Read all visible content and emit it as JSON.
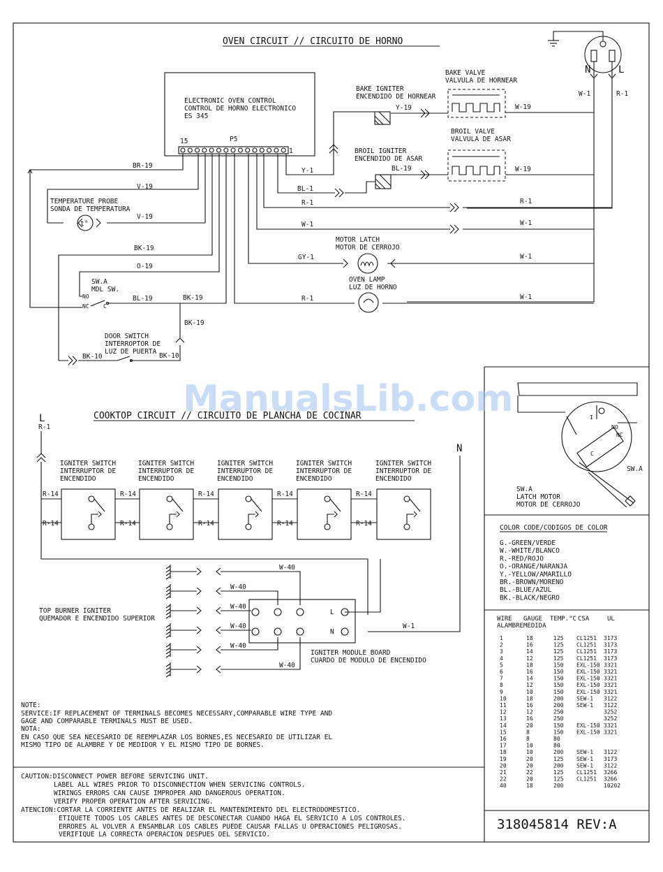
{
  "oven": {
    "title": "OVEN CIRCUIT // CIRCUITO DE HORNO",
    "control_l1": "ELECTRONIC OVEN CONTROL",
    "control_l2": "CONTROL DE HORNO ELECTRONICO",
    "control_l3": "ES 345",
    "pin_15": "15",
    "pin_p5": "P5",
    "pin_1": "1",
    "bake_igniter_l1": "BAKE IGNITER",
    "bake_igniter_l2": "ENCENDIDO DE HORNEAR",
    "bake_valve_l1": "BAKE VALVE",
    "bake_valve_l2": "VALVULA DE HORNEAR",
    "broil_valve_l1": "BROIL VALVE",
    "broil_valve_l2": "VALVULA DE ASAR",
    "broil_igniter_l1": "BROIL IGNITER",
    "broil_igniter_l2": "ENCENDIDO DE ASAR",
    "probe_l1": "TEMPERATURE PROBE",
    "probe_l2": "SONDA DE TEMPERATURA",
    "probe_symbol": "t°",
    "motor_latch_l1": "MOTOR LATCH",
    "motor_latch_l2": "MOTOR DE CERROJO",
    "oven_lamp_l1": "OVEN LAMP",
    "oven_lamp_l2": "LUZ DE HORNO",
    "swa_l1": "SW.A",
    "swa_l2": "MDL SW.",
    "no": "NO",
    "nc": "NC",
    "c": "C",
    "door_switch_l1": "DOOR SWITCH",
    "door_switch_l2": "INTERROPTOR DE",
    "door_switch_l3": "LUZ DE PUERTA",
    "plug_n": "N",
    "plug_l": "L",
    "wires": {
      "w1_plug": "W-1",
      "r1_plug": "R-1",
      "w19_bake": "W-19",
      "y19": "Y-19",
      "br19": "BR-19",
      "y1": "Y-1",
      "bl19_broil": "BL-19",
      "w19_broil": "W-19",
      "v19_a": "V-19",
      "bl1": "BL-1",
      "r1_a": "R-1",
      "r1_b": "R-1",
      "v19_b": "V-19",
      "w1_a": "W-1",
      "w1_b": "W-1",
      "bk19_a": "BK-19",
      "gy1": "GY-1",
      "w1_motor": "W-1",
      "o19": "O-19",
      "bl19_sw": "BL-19",
      "bk19_b": "BK-19",
      "r1_lamp": "R-1",
      "w1_lamp": "W-1",
      "bk19_c": "BK-19",
      "bk10_a": "BK-10",
      "bk10_b": "BK-10"
    }
  },
  "watermark": "ManualsLib.com",
  "cooktop": {
    "title": "COOKTOP CIRCUIT // CIRCUITO DE PLANCHA DE COCINAR",
    "l_label": "L",
    "r1": "R-1",
    "n_label": "N",
    "switch_l1": "IGNITER SWITCH",
    "switch_l2": "INTERRUPTOR DE",
    "switch_l3": "ENCENDIDO",
    "r14": "R-14",
    "top_burner_l1": "TOP BURNER IGNITER",
    "top_burner_l2": "QUEMADOR E ENCENDIDO SUPERIOR",
    "w40": "W-40",
    "w1": "W-1",
    "module_l": "L",
    "module_n": "N",
    "module_l1": "IGNITER MODULE BOARD",
    "module_l2": "CUARDO DE MODULO DE ENCENDIDO"
  },
  "latch_panel": {
    "i": "I",
    "no": "NO",
    "nc": "NC",
    "c": "C",
    "swa": "SW.A",
    "l1": "SW.A",
    "l2": "LATCH MOTOR",
    "l3": "MOTOR DE CERROJO"
  },
  "color_code": {
    "title": "COLOR CODE/CODIGOS DE COLOR",
    "items": [
      "G.-GREEN/VERDE",
      "W.-WHITE/BLANCO",
      "R.-RED/ROJO",
      "O.-ORANGE/NARANJA",
      "Y.-YELLOW/AMARILLO",
      "BR.-BROWN/MORENO",
      "BL.-BLUE/AZUL",
      "BK.-BLACK/NEGRO"
    ]
  },
  "wire_table": {
    "headers": [
      "WIRE",
      "GAUGE",
      "TEMP.°C",
      "CSA",
      "UL"
    ],
    "subheaders": [
      "ALAMBRE",
      "MEDIDA"
    ],
    "rows": [
      [
        "1",
        "18",
        "125",
        "CL1251",
        "3173"
      ],
      [
        "2",
        "16",
        "125",
        "CL1251",
        "3173"
      ],
      [
        "3",
        "14",
        "125",
        "CL1251",
        "3173"
      ],
      [
        "4",
        "12",
        "125",
        "CL1251",
        "3173"
      ],
      [
        "5",
        "18",
        "150",
        "EXL-150",
        "3321"
      ],
      [
        "6",
        "16",
        "150",
        "EXL-150",
        "3321"
      ],
      [
        "7",
        "14",
        "150",
        "EXL-150",
        "3321"
      ],
      [
        "8",
        "12",
        "150",
        "EXL-150",
        "3321"
      ],
      [
        "9",
        "10",
        "150",
        "EXL-150",
        "3321"
      ],
      [
        "10",
        "18",
        "200",
        "SEW-1",
        "3122"
      ],
      [
        "11",
        "16",
        "200",
        "SEW-1",
        "3122"
      ],
      [
        "12",
        "12",
        "250",
        "",
        "3252"
      ],
      [
        "13",
        "16",
        "250",
        "",
        "3252"
      ],
      [
        "14",
        "20",
        "150",
        "EXL-150",
        "3321"
      ],
      [
        "15",
        "8",
        "150",
        "EXL-150",
        "3321"
      ],
      [
        "16",
        "8",
        "80",
        "",
        ""
      ],
      [
        "17",
        "10",
        "80",
        "",
        ""
      ],
      [
        "18",
        "10",
        "200",
        "SEW-1",
        "3122"
      ],
      [
        "19",
        "20",
        "125",
        "SEW-1",
        "3173"
      ],
      [
        "20",
        "20",
        "200",
        "SEW-1",
        "3122"
      ],
      [
        "21",
        "22",
        "125",
        "CL1251",
        "3266"
      ],
      [
        "22",
        "20",
        "125",
        "CL1251",
        "3266"
      ],
      [
        "40",
        "18",
        "200",
        "",
        "10202"
      ]
    ]
  },
  "note": {
    "l1": "NOTE:",
    "l2": "SERVICE:IF REPLACEMENT OF TERMINALS BECOMES NECESSARY,COMPARABLE WIRE TYPE AND",
    "l3": "GAGE AND COMPARABLE TERMINALS MUST BE USED.",
    "l4": "NOTA:",
    "l5": "EN CASO QUE SEA NECESARIO DE REEMPLAZAR LOS BORNES,ES NECESARIO DE UTILIZAR EL",
    "l6": "MISMO TIPO DE ALAMBRE Y DE MEDIDOR Y EL MISMO TIPO DE BORNES."
  },
  "caution": {
    "l1": "CAUTION:DISCONNECT POWER BEFORE SERVICING UNIT.",
    "l2": "LABEL ALL WIRES PRIOR TO DISCONNECTION WHEN SERVICING CONTROLS.",
    "l3": "WIRINGS ERRORS CAN CAUSE IMPROPER AND DANGEROUS OPERATION.",
    "l4": "VERIFY PROPER OPERATION AFTER SERVICING.",
    "l5": "ATENCION:CORTAR LA CORRIENTE ANTES DE REALIZAR EL MANTENIMIENTO DEL ELECTRODOMESTICO.",
    "l6": "ETIQUETE TODOS LOS CABLES ANTES DE DESCONECTAR CUANDO HAGA EL SERVICIO A LOS CONTROLES.",
    "l7": "ERRORES AL VOLVER A ENSAMBLAR LOS CABLES PUEDE CAUSAR FALLAS U OPERACIONES PELIGROSAS.",
    "l8": "VERIFIQUE LA CORRECTA OPERACION DESPUES DEL SERVICIO."
  },
  "part_number": "318045814 REV:A"
}
